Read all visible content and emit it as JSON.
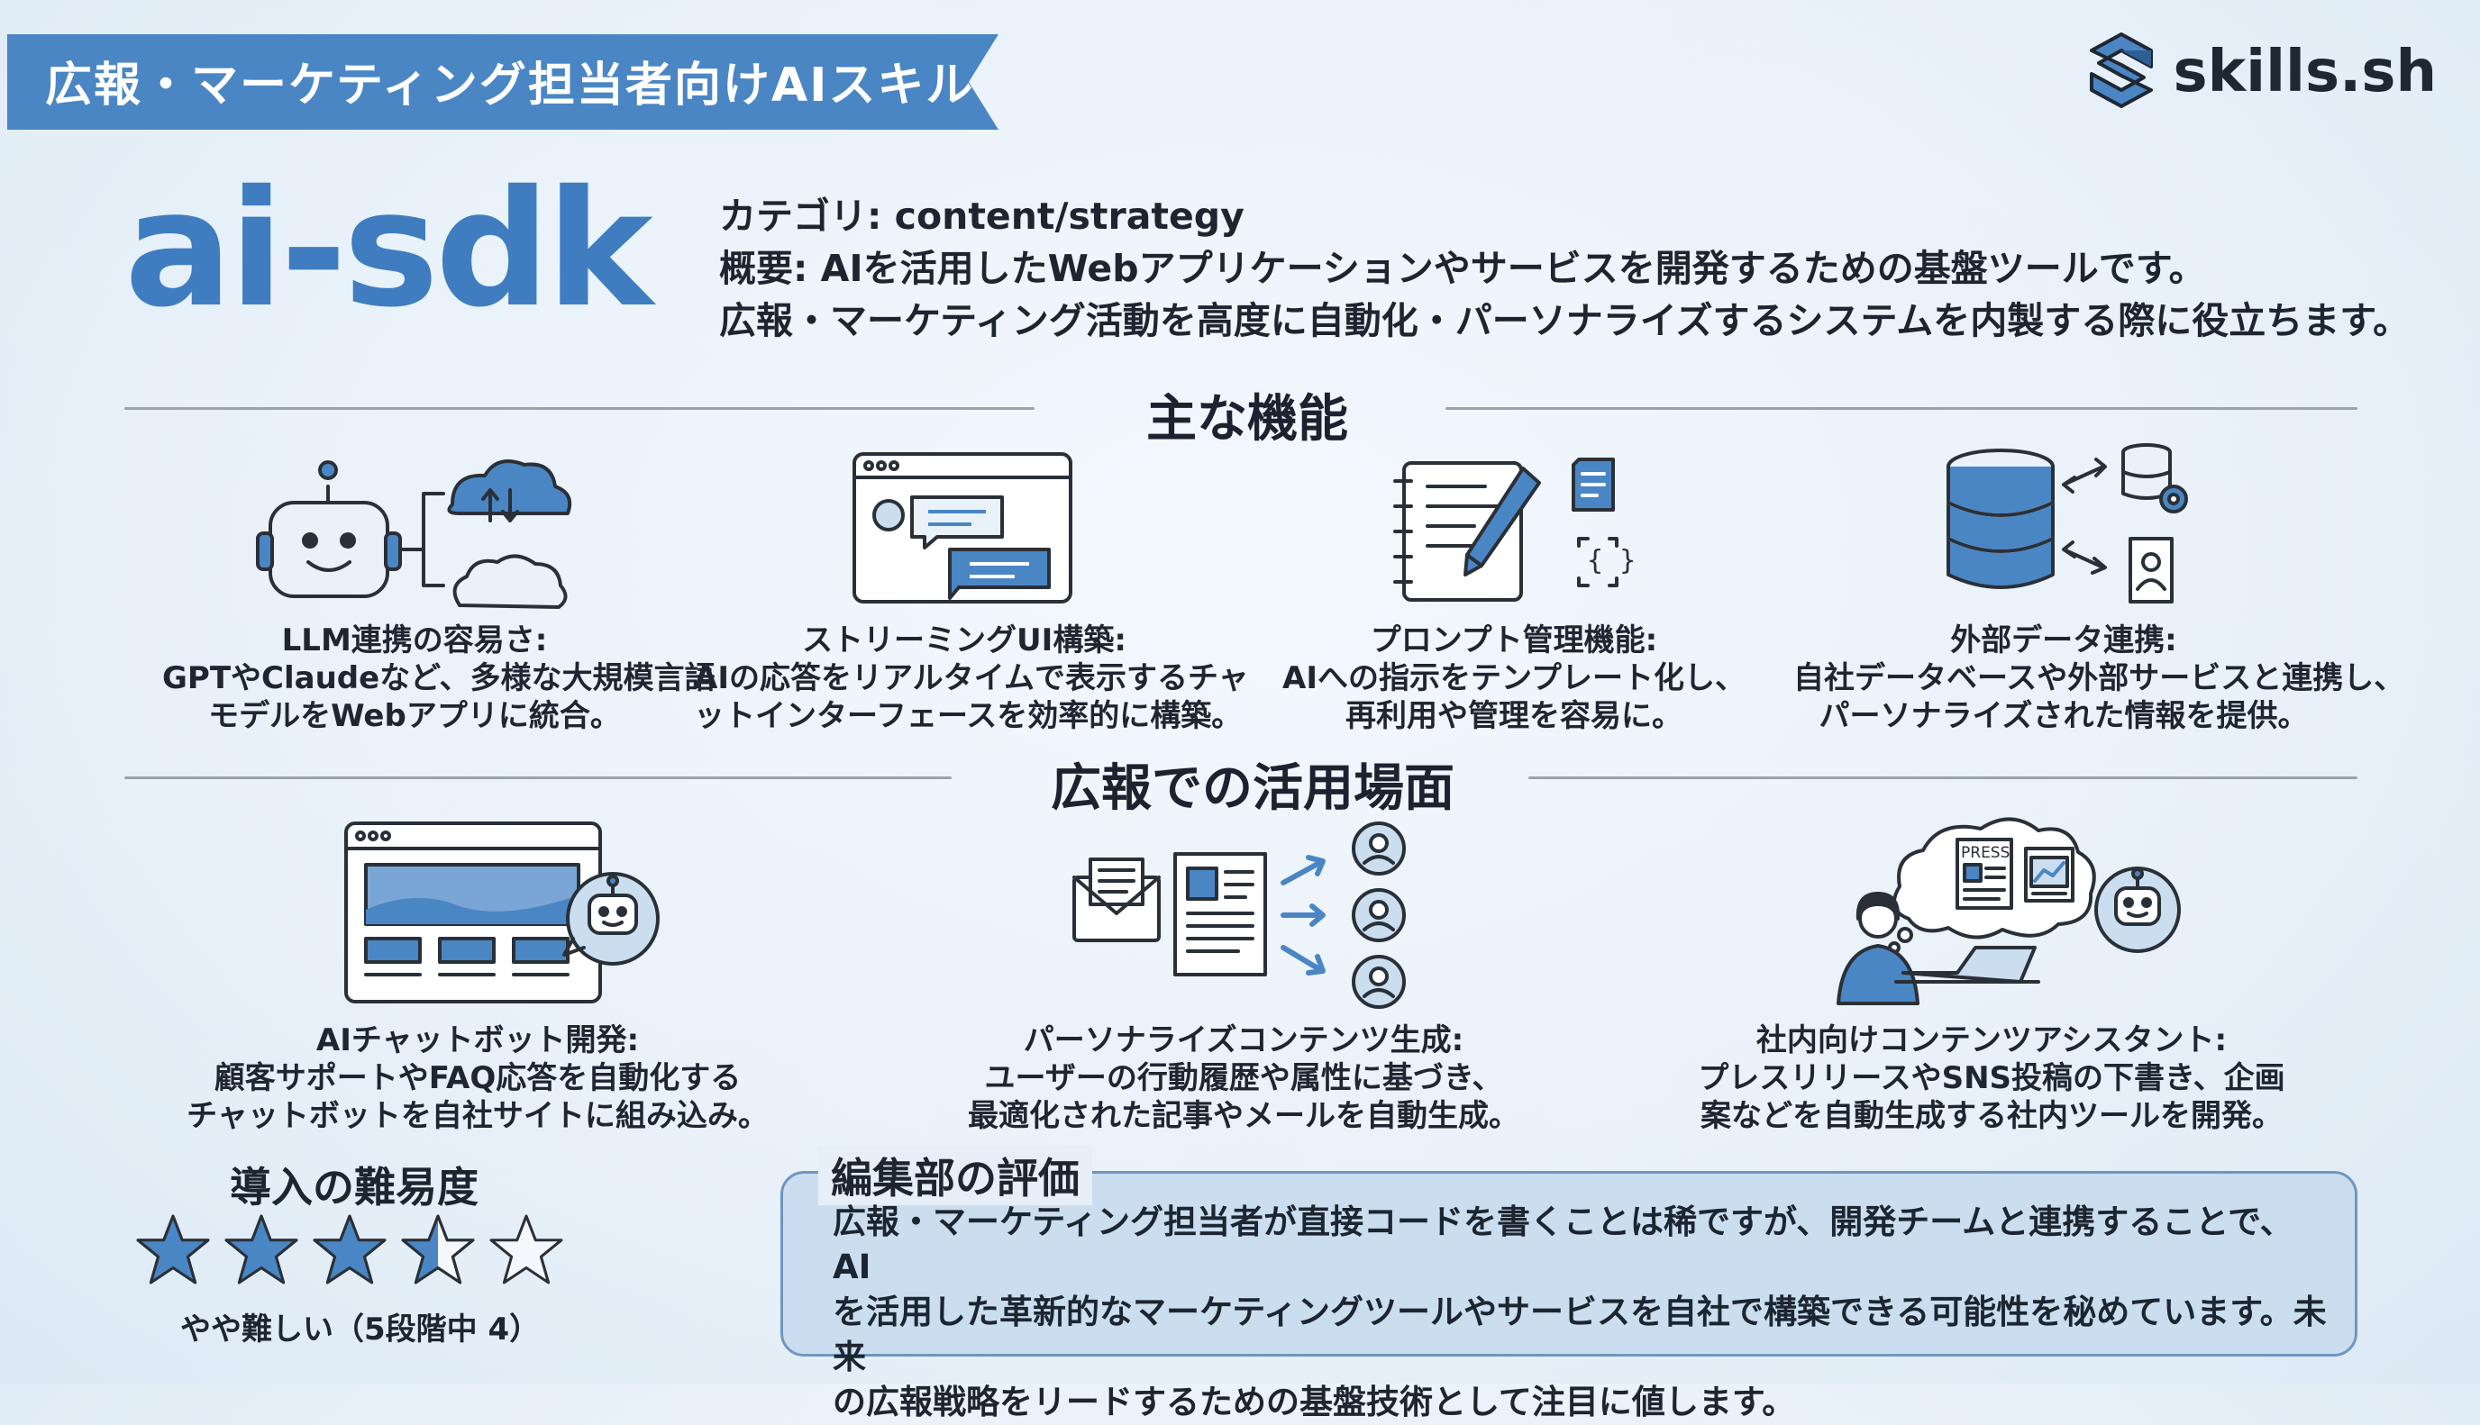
{
  "banner": {
    "title": "広報・マーケティング担当者向けAIスキル"
  },
  "brand": {
    "name": "skills.sh",
    "icon": "s-logo-icon"
  },
  "skill": {
    "name": "ai-sdk",
    "category": "カテゴリ: content/strategy",
    "summary_line1": "概要: AIを活用したWebアプリケーションやサービスを開発するための基盤ツールです。",
    "summary_line2": "広報・マーケティング活動を高度に自動化・パーソナライズするシステムを内製する際に役立ちます。"
  },
  "features": {
    "title": "主な機能",
    "items": [
      {
        "icon": "robot-cloud-icon",
        "lines": [
          "LLM連携の容易さ:",
          "GPTやClaudeなど、多様な大規模言語",
          "モデルをWebアプリに統合。"
        ]
      },
      {
        "icon": "chat-window-icon",
        "lines": [
          "ストリーミングUI構築:",
          "AIの応答をリアルタイムで表示するチャ",
          "ットインターフェースを効率的に構築。"
        ]
      },
      {
        "icon": "notebook-pencil-icon",
        "lines": [
          "プロンプト管理機能:",
          "AIへの指示をテンプレート化し、",
          "再利用や管理を容易に。"
        ]
      },
      {
        "icon": "database-sync-icon",
        "lines": [
          "外部データ連携:",
          "自社データベースや外部サービスと連携し、",
          "パーソナライズされた情報を提供。"
        ]
      }
    ]
  },
  "use_cases": {
    "title": "広報での活用場面",
    "items": [
      {
        "icon": "chatbot-website-icon",
        "lines": [
          "AIチャットボット開発:",
          "顧客サポートやFAQ応答を自動化する",
          "チャットボットを自社サイトに組み込み。"
        ]
      },
      {
        "icon": "personalized-content-icon",
        "lines": [
          "パーソナライズコンテンツ生成:",
          "ユーザーの行動履歴や属性に基づき、",
          "最適化された記事やメールを自動生成。"
        ]
      },
      {
        "icon": "assistant-press-icon",
        "lines": [
          "社内向けコンテンツアシスタント:",
          "プレスリリースやSNS投稿の下書き、企画",
          "案などを自動生成する社内ツールを開発。"
        ]
      }
    ],
    "press_label": "PRESS"
  },
  "difficulty": {
    "title": "導入の難易度",
    "rating": 3.5,
    "max": 5,
    "label": "やや難しい（5段階中 4）"
  },
  "review": {
    "title": "編集部の評価",
    "body_lines": [
      "広報・マーケティング担当者が直接コードを書くことは稀ですが、開発チームと連携することで、AI",
      "を活用した革新的なマーケティングツールやサービスを自社で構築できる可能性を秘めています。未来",
      "の広報戦略をリードするための基盤技術として注目に値します。"
    ]
  },
  "colors": {
    "accent": "#4a86c4",
    "title": "#3f7dc0",
    "panel": "#cadef0",
    "ink": "#1d2530"
  }
}
